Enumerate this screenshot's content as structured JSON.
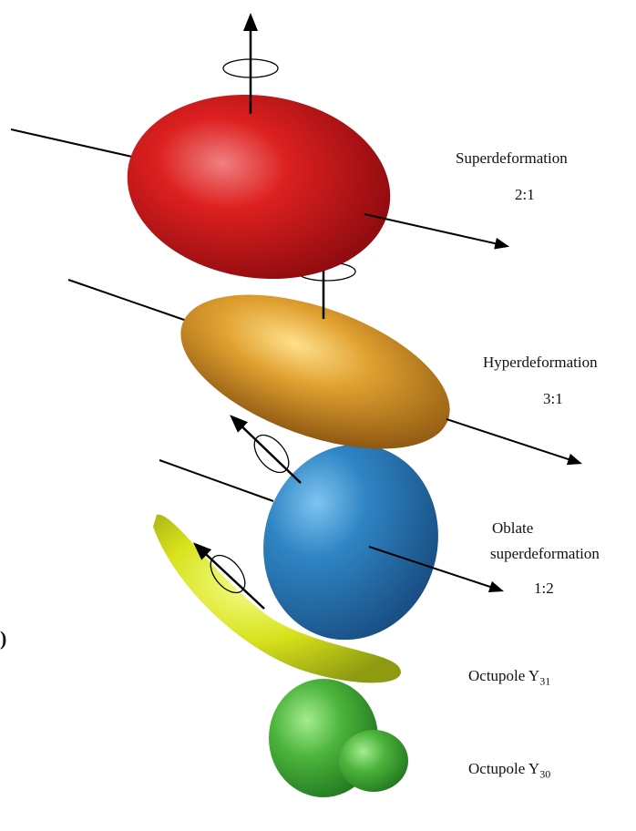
{
  "labels": {
    "superdeformation": {
      "name": "Superdeformation",
      "ratio": "2:1"
    },
    "hyperdeformation": {
      "name": "Hyperdeformation",
      "ratio": "3:1"
    },
    "oblate": {
      "name_line1": "Oblate",
      "name_line2": "superdeformation",
      "ratio": "1:2"
    },
    "octupole31": {
      "name": "Octupole Y",
      "sub": "31"
    },
    "octupole30": {
      "name": "Octupole Y",
      "sub": "30"
    }
  },
  "edge_fragment": ")",
  "colors": {
    "super": "#c8141a",
    "hyper": "#d9901c",
    "oblate": "#2a78b8",
    "octupole31": "#d8e21c",
    "octupole30": "#4cb43c"
  }
}
